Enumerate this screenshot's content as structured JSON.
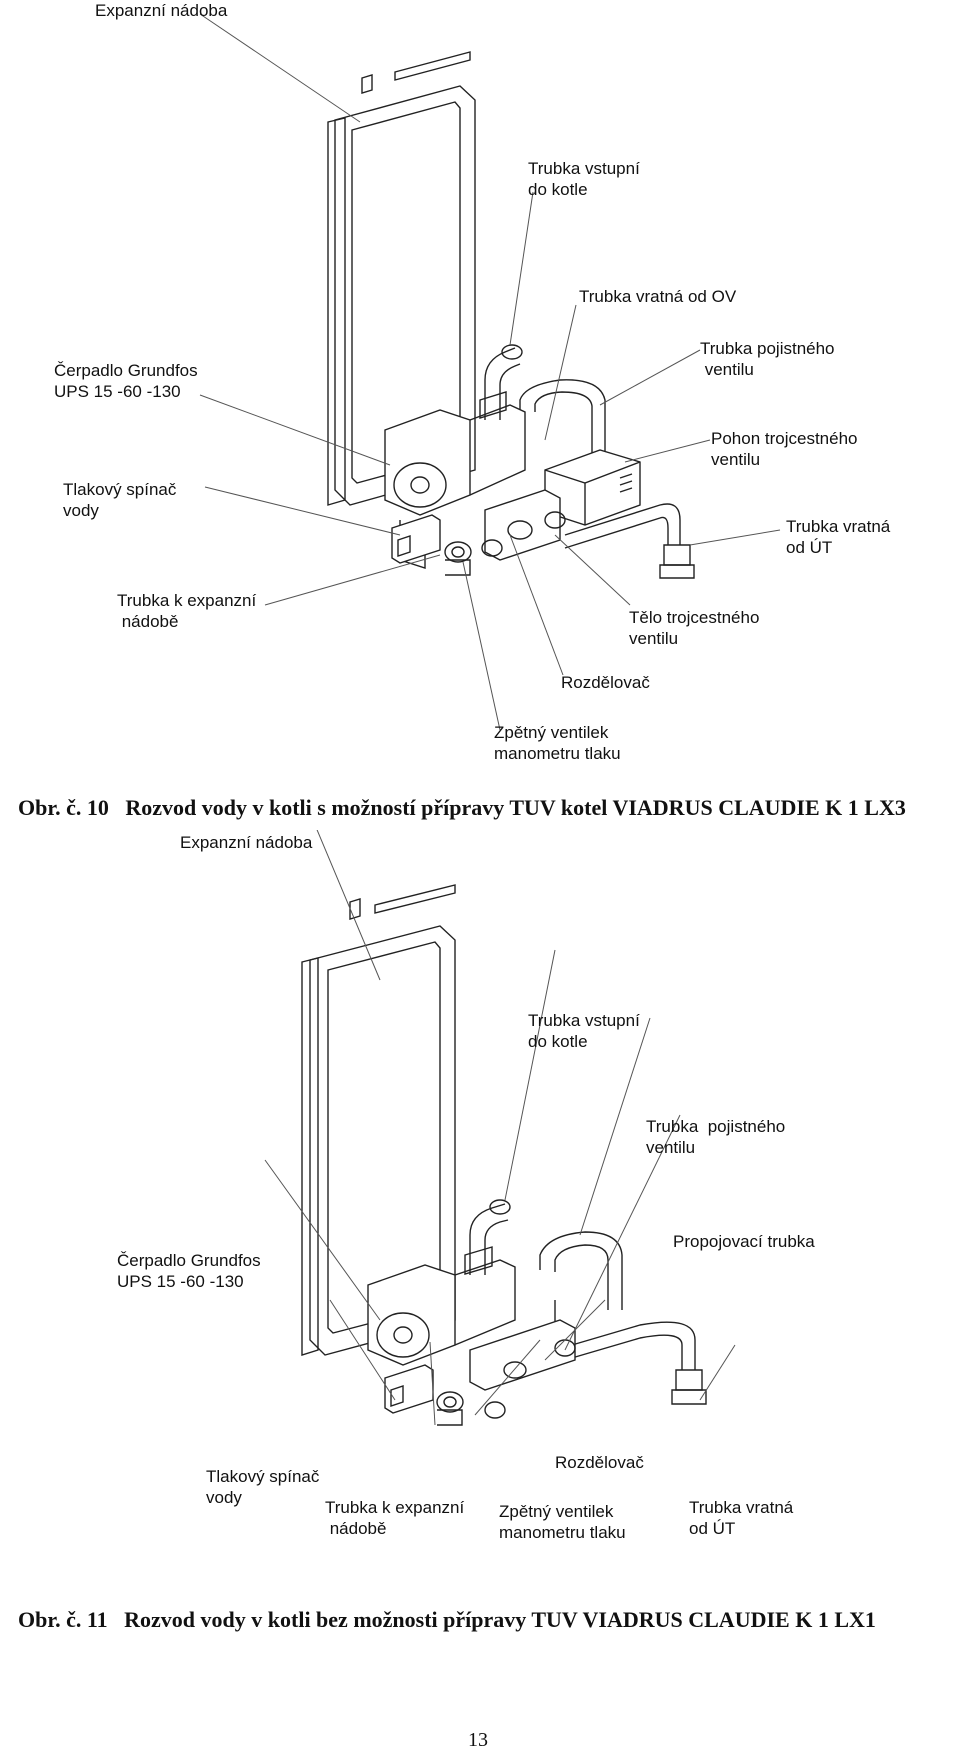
{
  "figure10": {
    "labels": {
      "expansion_tank": "Expanzní nádoba",
      "inlet_pipe": "Trubka vstupní\ndo kotle",
      "return_ov": "Trubka vratná od OV",
      "pump": "Čerpadlo Grundfos\nUPS 15 -60 -130",
      "safety_pipe": "Trubka pojistného\n ventilu",
      "valve_drive": "Pohon trojcestného\nventilu",
      "pressure_switch": "Tlakový spínač\nvody",
      "return_ut": "Trubka vratná\nod ÚT",
      "expansion_pipe": "Trubka k expanzní\n nádobě",
      "valve_body": "Tělo trojcestného\nventilu",
      "distributor": "Rozdělovač",
      "check_valve": "Zpětný ventilek\nmanometru tlaku"
    },
    "caption": "Obr. č. 10   Rozvod vody v kotli s možností přípravy TUV kotel VIADRUS CLAUDIE K 1 LX3"
  },
  "figure11": {
    "labels": {
      "expansion_tank": "Expanzní nádoba",
      "inlet_pipe": "Trubka vstupní\ndo kotle",
      "safety_pipe": "Trubka  pojistného\nventilu",
      "pump": "Čerpadlo Grundfos\nUPS 15 -60 -130",
      "connecting_pipe": "Propojovací trubka",
      "distributor": "Rozdělovač",
      "pressure_switch": "Tlakový spínač\nvody",
      "expansion_pipe": "Trubka k expanzní\n nádobě",
      "check_valve": "Zpětný ventilek\nmanometru tlaku",
      "return_ut": "Trubka vratná\nod ÚT"
    },
    "caption": "Obr. č. 11   Rozvod vody v kotli bez možnosti přípravy TUV VIADRUS CLAUDIE K 1 LX1"
  },
  "page_number": "13"
}
